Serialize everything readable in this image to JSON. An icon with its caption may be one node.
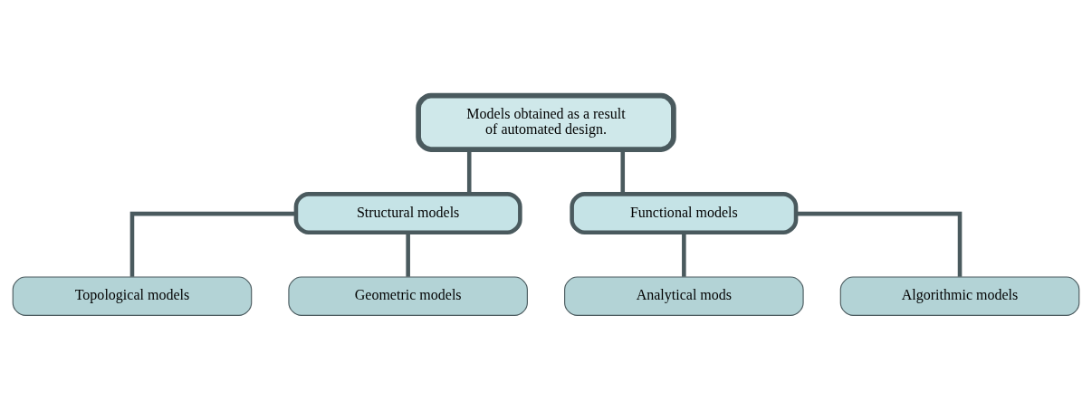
{
  "diagram": {
    "nodes": [
      {
        "text": [
          "Models obtained as a result of automated design."
        ]
      },
      {
        "text": [
          "Structural models"
        ]
      },
      {
        "text": [
          "Functional models"
        ]
      },
      {
        "text": [
          "Topological models"
        ]
      },
      {
        "text": [
          "Geometric models"
        ]
      },
      {
        "text": [
          "Analytical mods"
        ]
      },
      {
        "text": [
          "Algorithmic models"
        ]
      }
    ],
    "edges": [
      {
        "from": 0,
        "to": 1,
        "arrow": "none"
      },
      {
        "from": 0,
        "to": 2,
        "arrow": "none"
      },
      {
        "from": 1,
        "to": 3,
        "arrow": "none"
      },
      {
        "from": 1,
        "to": 4,
        "arrow": "none"
      },
      {
        "from": 2,
        "to": 5,
        "arrow": "none"
      },
      {
        "from": 2,
        "to": 6,
        "arrow": "none"
      }
    ]
  }
}
